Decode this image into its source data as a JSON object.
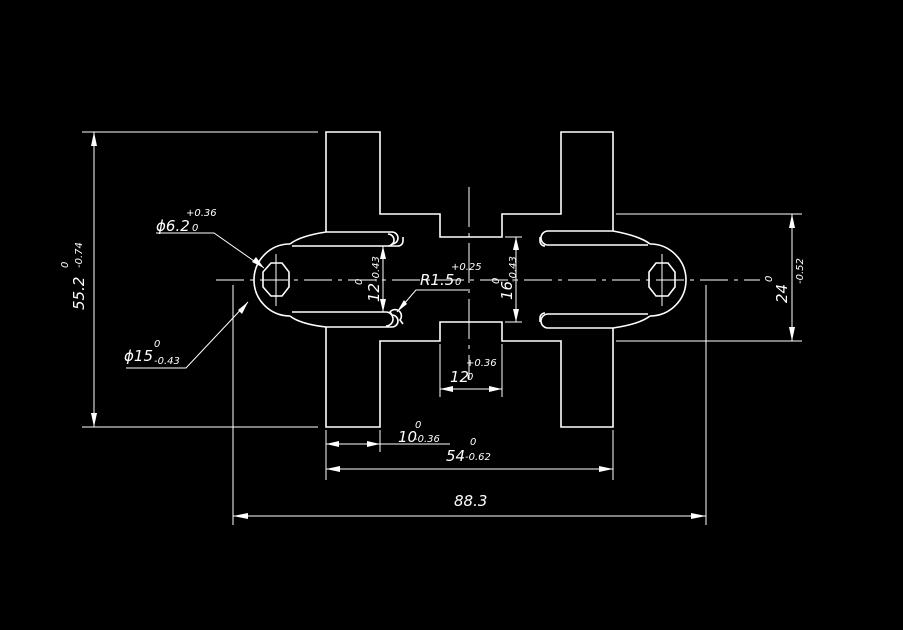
{
  "drawing": {
    "background": "#000000",
    "line_color": "#ffffff",
    "dims": {
      "overall_length": "88.3",
      "width_54": {
        "base": "54",
        "upper": "0",
        "lower": "-0.62"
      },
      "width_10": {
        "base": "10",
        "upper": "0",
        "lower": "-0.36"
      },
      "width_12": {
        "base": "12",
        "upper": "+0.36",
        "lower": "0"
      },
      "height_55": {
        "base": "55.2",
        "upper": "0",
        "lower": "-0.74"
      },
      "height_24": {
        "base": "24",
        "upper": "0",
        "lower": "-0.52"
      },
      "height_16": {
        "base": "16",
        "upper": "0",
        "lower": "-0.43"
      },
      "height_12": {
        "base": "12",
        "upper": "0",
        "lower": "-0.43"
      },
      "radius": {
        "base": "R1.5",
        "upper": "+0.25",
        "lower": "0"
      },
      "hole_dia": {
        "base": "ϕ6.2",
        "upper": "+0.36",
        "lower": "0"
      },
      "boss_dia": {
        "base": "ϕ15",
        "upper": "0",
        "lower": "-0.43"
      }
    }
  }
}
